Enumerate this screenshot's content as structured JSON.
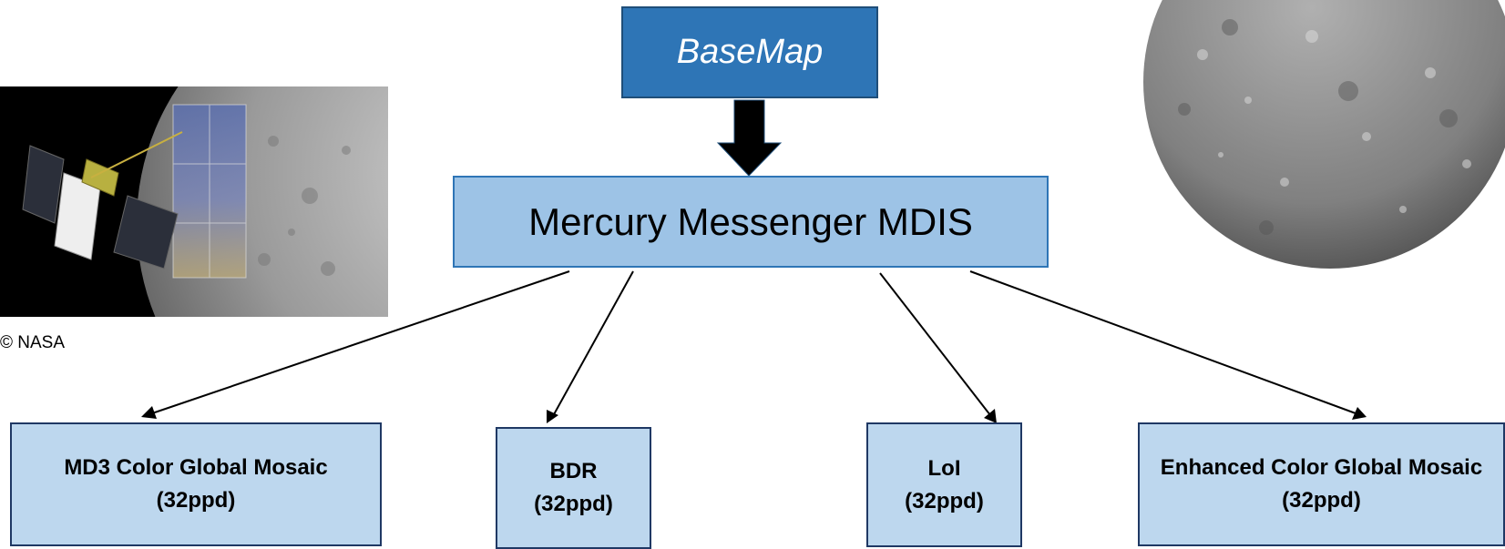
{
  "diagram": {
    "top_node": {
      "label": "BaseMap"
    },
    "center_node": {
      "label": "Mercury Messenger MDIS"
    },
    "leaves": [
      {
        "name": "MD3 Color Global Mosaic",
        "resolution": "(32ppd)"
      },
      {
        "name": "BDR",
        "resolution": "(32ppd)"
      },
      {
        "name": "LoI",
        "resolution": "(32ppd)"
      },
      {
        "name": "Enhanced Color Global Mosaic",
        "resolution": "(32ppd)"
      }
    ]
  },
  "images": {
    "spacecraft_credit": "© NASA"
  },
  "colors": {
    "top_fill": "#2e75b6",
    "center_fill": "#9dc3e6",
    "leaf_fill": "#bdd7ee",
    "arrow": "#000000"
  }
}
